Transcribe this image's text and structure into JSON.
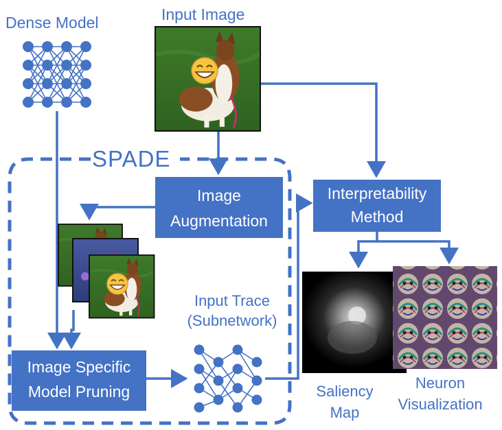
{
  "labels": {
    "dense_model": "Dense Model",
    "input_image": "Input Image",
    "spade": "SPADE",
    "input_trace_line1": "Input Trace",
    "input_trace_line2": "(Subnetwork)",
    "saliency_line1": "Saliency",
    "saliency_line2": "Map",
    "neuron_line1": "Neuron",
    "neuron_line2": "Visualization"
  },
  "boxes": {
    "augmentation_line1": "Image",
    "augmentation_line2": "Augmentation",
    "interpretability_line1": "Interpretability",
    "interpretability_line2": "Method",
    "pruning_line1": "Image Specific",
    "pruning_line2": "Model Pruning"
  },
  "colors": {
    "accent": "#4472c4",
    "box_fill": "#4472c4",
    "box_text": "#ffffff"
  }
}
